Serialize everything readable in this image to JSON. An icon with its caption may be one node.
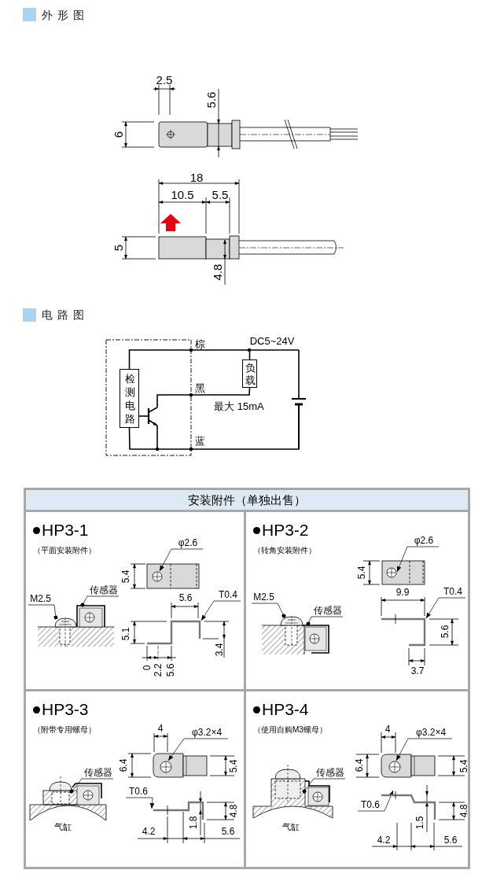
{
  "diagram": {
    "nodes": [
      {
        "text": [
          "检测电路"
        ]
      },
      {
        "text": [
          "负载"
        ]
      },
      {
        "text": [
          "安装附件（单独出售）"
        ]
      },
      {
        "text": [
          "HP3-1",
          "（平面安装附件）"
        ],
        "in": 2
      },
      {
        "text": [
          "φ2.6"
        ],
        "in": 3
      },
      {
        "text": [
          "M2.5"
        ],
        "in": 3
      },
      {
        "text": [
          "传感器"
        ],
        "in": 3
      },
      {
        "text": [
          "T0.4"
        ],
        "in": 3
      },
      {
        "text": [
          "HP3-2",
          "（转角安装附件）"
        ],
        "in": 2
      },
      {
        "text": [
          "φ2.6"
        ],
        "in": 8
      },
      {
        "text": [
          "M2.5"
        ],
        "in": 8
      },
      {
        "text": [
          "传感器"
        ],
        "in": 8
      },
      {
        "text": [
          "T0.4"
        ],
        "in": 8
      },
      {
        "text": [
          "HP3-3",
          "（附带专用螺母）"
        ],
        "in": 2
      },
      {
        "text": [
          "φ3.2×4"
        ],
        "in": 13
      },
      {
        "text": [
          "传感器"
        ],
        "in": 13
      },
      {
        "text": [
          "T0.6"
        ],
        "in": 13
      },
      {
        "text": [
          "HP3-4",
          "（使用自购M3螺母）"
        ],
        "in": 2
      },
      {
        "text": [
          "φ3.2×4"
        ],
        "in": 17
      },
      {
        "text": [
          "传感器"
        ],
        "in": 17
      },
      {
        "text": [
          "T0.6"
        ],
        "in": 17
      },
      {
        "text": [],
        "shape": "circle",
        "in": 3
      },
      {
        "text": [],
        "shape": "picture",
        "in": 3
      },
      {
        "text": [],
        "shape": "picture",
        "in": 3
      },
      {
        "text": [],
        "shape": "picture",
        "in": 3
      },
      {
        "text": [],
        "shape": "circle",
        "in": 8
      },
      {
        "text": [],
        "shape": "picture",
        "in": 8
      },
      {
        "text": [],
        "shape": "picture",
        "in": 8
      },
      {
        "text": [],
        "shape": "picture",
        "in": 8
      },
      {
        "text": [],
        "shape": "circle",
        "in": 13
      },
      {
        "text": [],
        "shape": "picture",
        "in": 13
      },
      {
        "text": [],
        "shape": "picture",
        "in": 13
      },
      {
        "text": [],
        "shape": "circle",
        "in": 17
      },
      {
        "text": [],
        "shape": "picture",
        "in": 17
      },
      {
        "text": [],
        "shape": "picture",
        "in": 17
      }
    ],
    "edges": [
      {
        "from": 0,
        "to": 1,
        "arrow": "none"
      },
      {
        "from": 1,
        "to": null,
        "arrow": "none"
      },
      {
        "from": 4,
        "to": 21,
        "arrow": "to"
      },
      {
        "from": 5,
        "to": 22,
        "arrow": "other"
      },
      {
        "from": 6,
        "to": 23,
        "arrow": "other"
      },
      {
        "from": 7,
        "to": 24,
        "arrow": "to"
      },
      {
        "from": 9,
        "to": 25,
        "arrow": "to"
      },
      {
        "from": 10,
        "to": 26,
        "arrow": "other"
      },
      {
        "from": 11,
        "to": 27,
        "arrow": "other"
      },
      {
        "from": 12,
        "to": 28,
        "arrow": "to"
      },
      {
        "from": 14,
        "to": 29,
        "arrow": "to"
      },
      {
        "from": 15,
        "to": 30,
        "arrow": "other"
      },
      {
        "from": 16,
        "to": 31,
        "arrow": "to"
      },
      {
        "from": 18,
        "to": 32,
        "arrow": "to"
      },
      {
        "from": 19,
        "to": 33,
        "arrow": "other"
      },
      {
        "from": 20,
        "to": 34,
        "arrow": "to"
      },
      {
        "from": 0,
        "to": null,
        "arrow": "none"
      }
    ],
    "labels": [
      "外形图",
      "2.5",
      "5.6",
      "6",
      "18",
      "10.5",
      "5.5",
      "5",
      "4.8",
      "电路图",
      "棕",
      "DC5~24V",
      "黑",
      "最大 15mA",
      "蓝",
      "5.4",
      "5.6",
      "5.1",
      "3.4",
      "0",
      "2.2",
      "5.6",
      "5.4",
      "9.9",
      "5.6",
      "3.7",
      "4",
      "6.4",
      "5.4",
      "4.8",
      "1.8",
      "4.2",
      "5.6",
      "气缸",
      "4",
      "6.4",
      "5.4",
      "4.8",
      "1.5",
      "4.2",
      "5.6",
      "气缸"
    ]
  }
}
